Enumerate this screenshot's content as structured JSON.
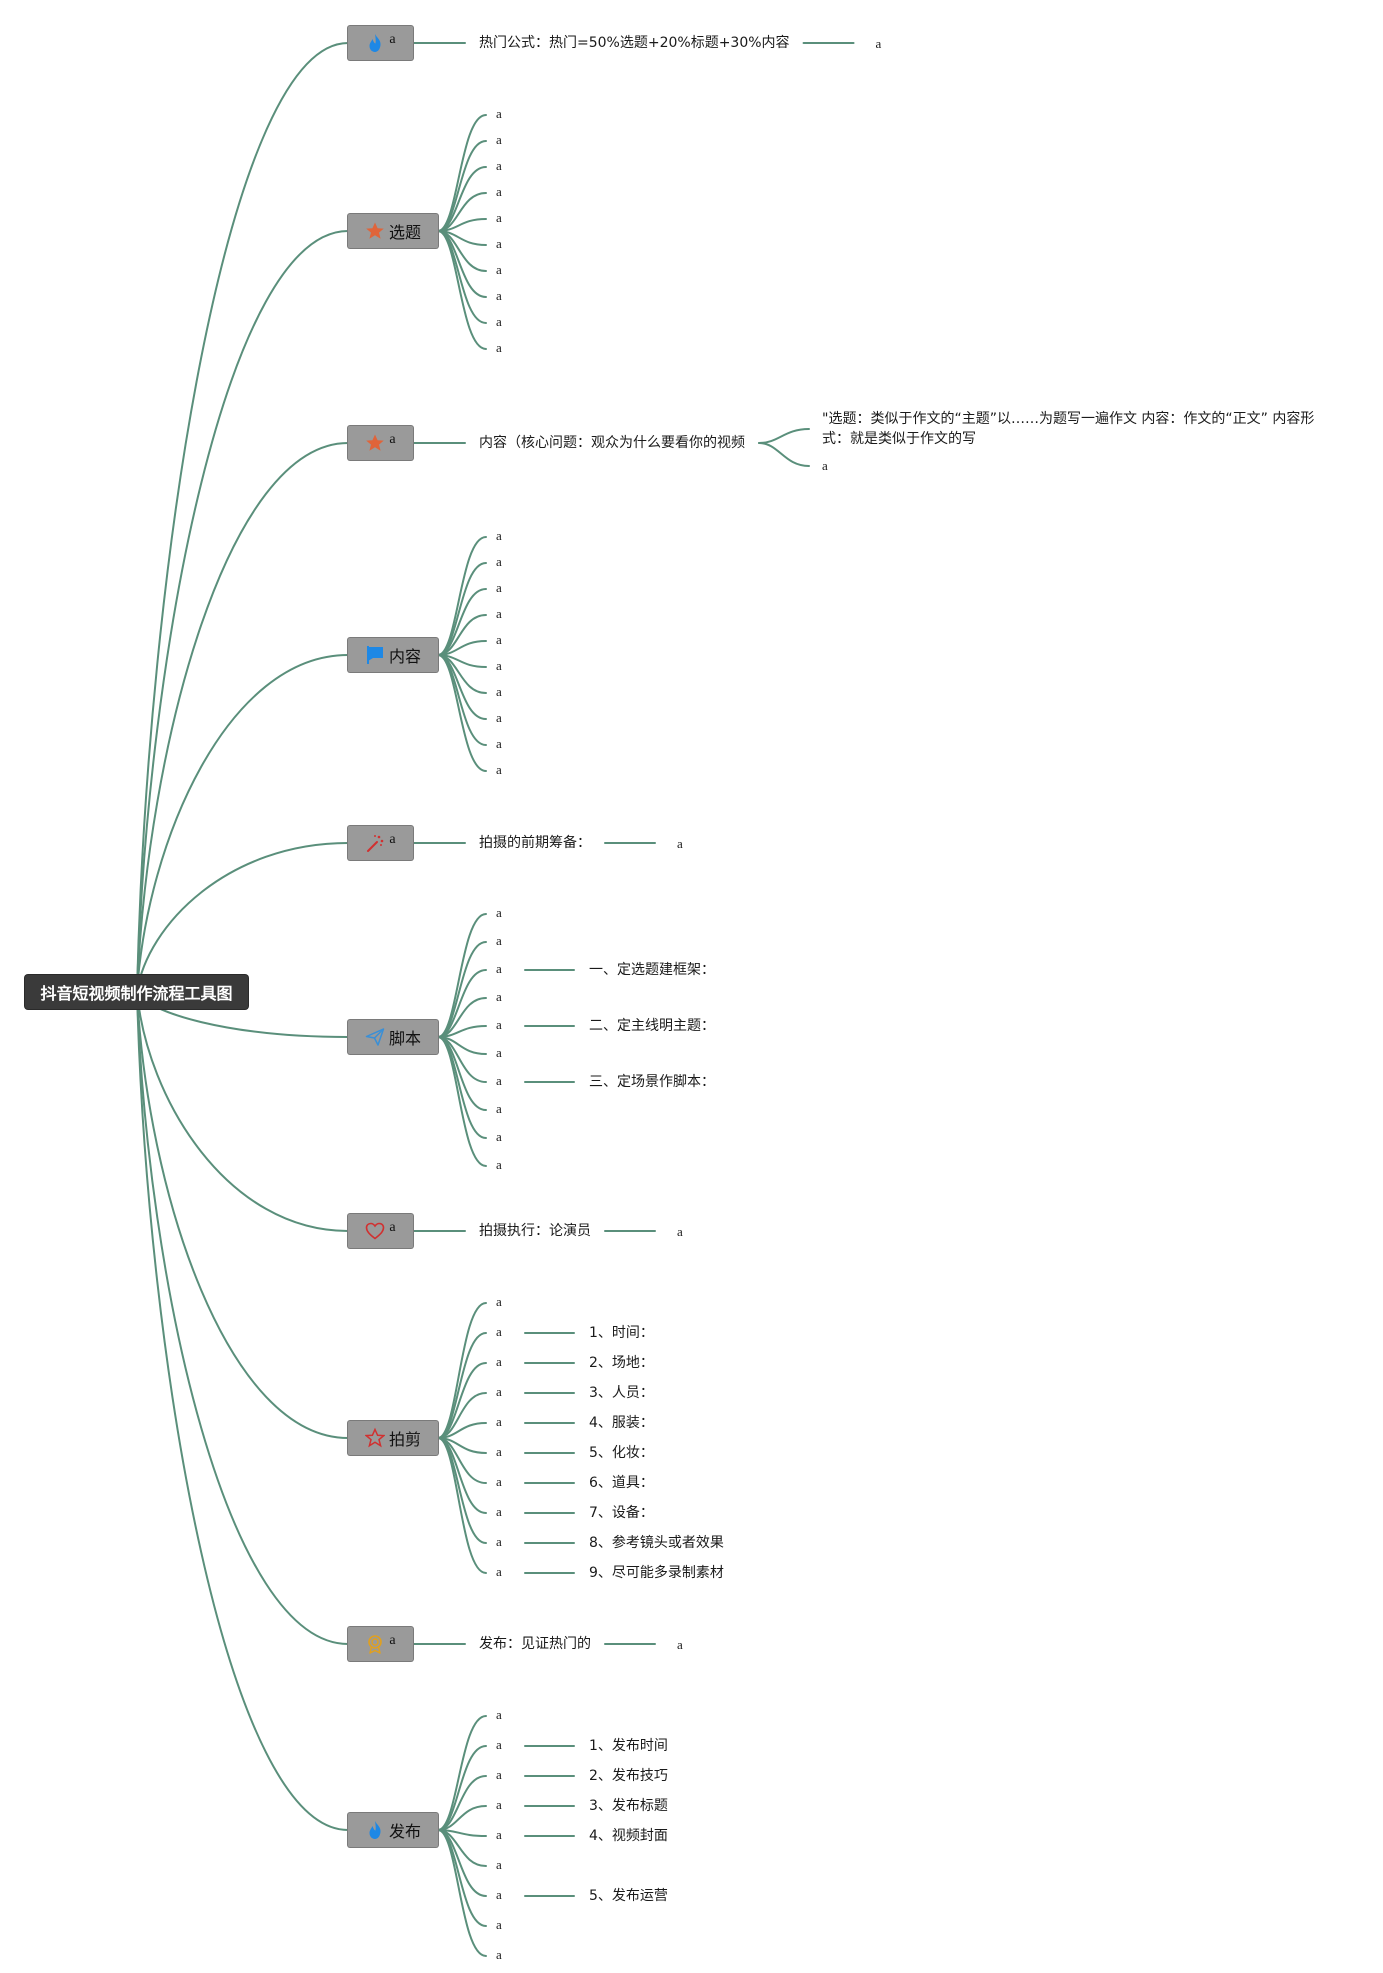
{
  "root": {
    "label": "抖音短视频制作流程工具图"
  },
  "branches": [
    {
      "label": "a",
      "icon": "fire-icon",
      "color": "#1e88e5",
      "detail": {
        "text": "热门公式：热门=50%选题+20%标题+30%内容",
        "tail": "a"
      }
    },
    {
      "label": "选题",
      "icon": "star-icon",
      "color": "#e0643a",
      "leaves": [
        "a",
        "a",
        "a",
        "a",
        "a",
        "a",
        "a",
        "a",
        "a",
        "a"
      ]
    },
    {
      "label": "a",
      "icon": "star-icon",
      "color": "#e0643a",
      "detail": {
        "text": "内容（核心问题：观众为什么要看你的视频",
        "subs": [
          "\"选题：类似于作文的“主题”以……为题写一遍作文 内容：作文的“正文” 内容形式：就是类似于作文的写",
          "a"
        ]
      }
    },
    {
      "label": "内容",
      "icon": "flag-icon",
      "color": "#1e88e5",
      "leaves": [
        "a",
        "a",
        "a",
        "a",
        "a",
        "a",
        "a",
        "a",
        "a",
        "a"
      ]
    },
    {
      "label": "a",
      "icon": "magic-wand-icon",
      "color": "#d13030",
      "detail": {
        "text": "拍摄的前期筹备：",
        "tail": "a"
      }
    },
    {
      "label": "脚本",
      "icon": "paper-plane-icon",
      "color": "#3a8fd6",
      "leaves": [
        "a",
        "a",
        "a",
        "a",
        "a",
        "a",
        "a",
        "a",
        "a",
        "a"
      ],
      "leaf_notes": {
        "2": "一、定选题建框架：",
        "4": "二、定主线明主题：",
        "6": "三、定场景作脚本："
      }
    },
    {
      "label": "a",
      "icon": "heart-icon",
      "color": "#d13030",
      "detail": {
        "text": "拍摄执行：论演员",
        "tail": "a"
      }
    },
    {
      "label": "拍剪",
      "icon": "star-outline-icon",
      "color": "#d13030",
      "leaves": [
        "a",
        "a",
        "a",
        "a",
        "a",
        "a",
        "a",
        "a",
        "a",
        "a"
      ],
      "leaf_notes": {
        "1": "1、时间：",
        "2": "2、场地：",
        "3": "3、人员：",
        "4": "4、服装：",
        "5": "5、化妆：",
        "6": "6、道具：",
        "7": "7、设备：",
        "8": "8、参考镜头或者效果",
        "9": "9、尽可能多录制素材"
      }
    },
    {
      "label": "a",
      "icon": "award-icon",
      "color": "#e0a020",
      "detail": {
        "text": "发布：见证热门的",
        "tail": "a"
      }
    },
    {
      "label": "发布",
      "icon": "fire-icon",
      "color": "#1e88e5",
      "leaves": [
        "a",
        "a",
        "a",
        "a",
        "a",
        "a",
        "a",
        "a",
        "a"
      ],
      "leaf_notes": {
        "1": "1、发布时间",
        "2": "2、发布技巧",
        "3": "3、发布标题",
        "4": "4、视频封面",
        "6": "5、发布运营"
      }
    }
  ]
}
